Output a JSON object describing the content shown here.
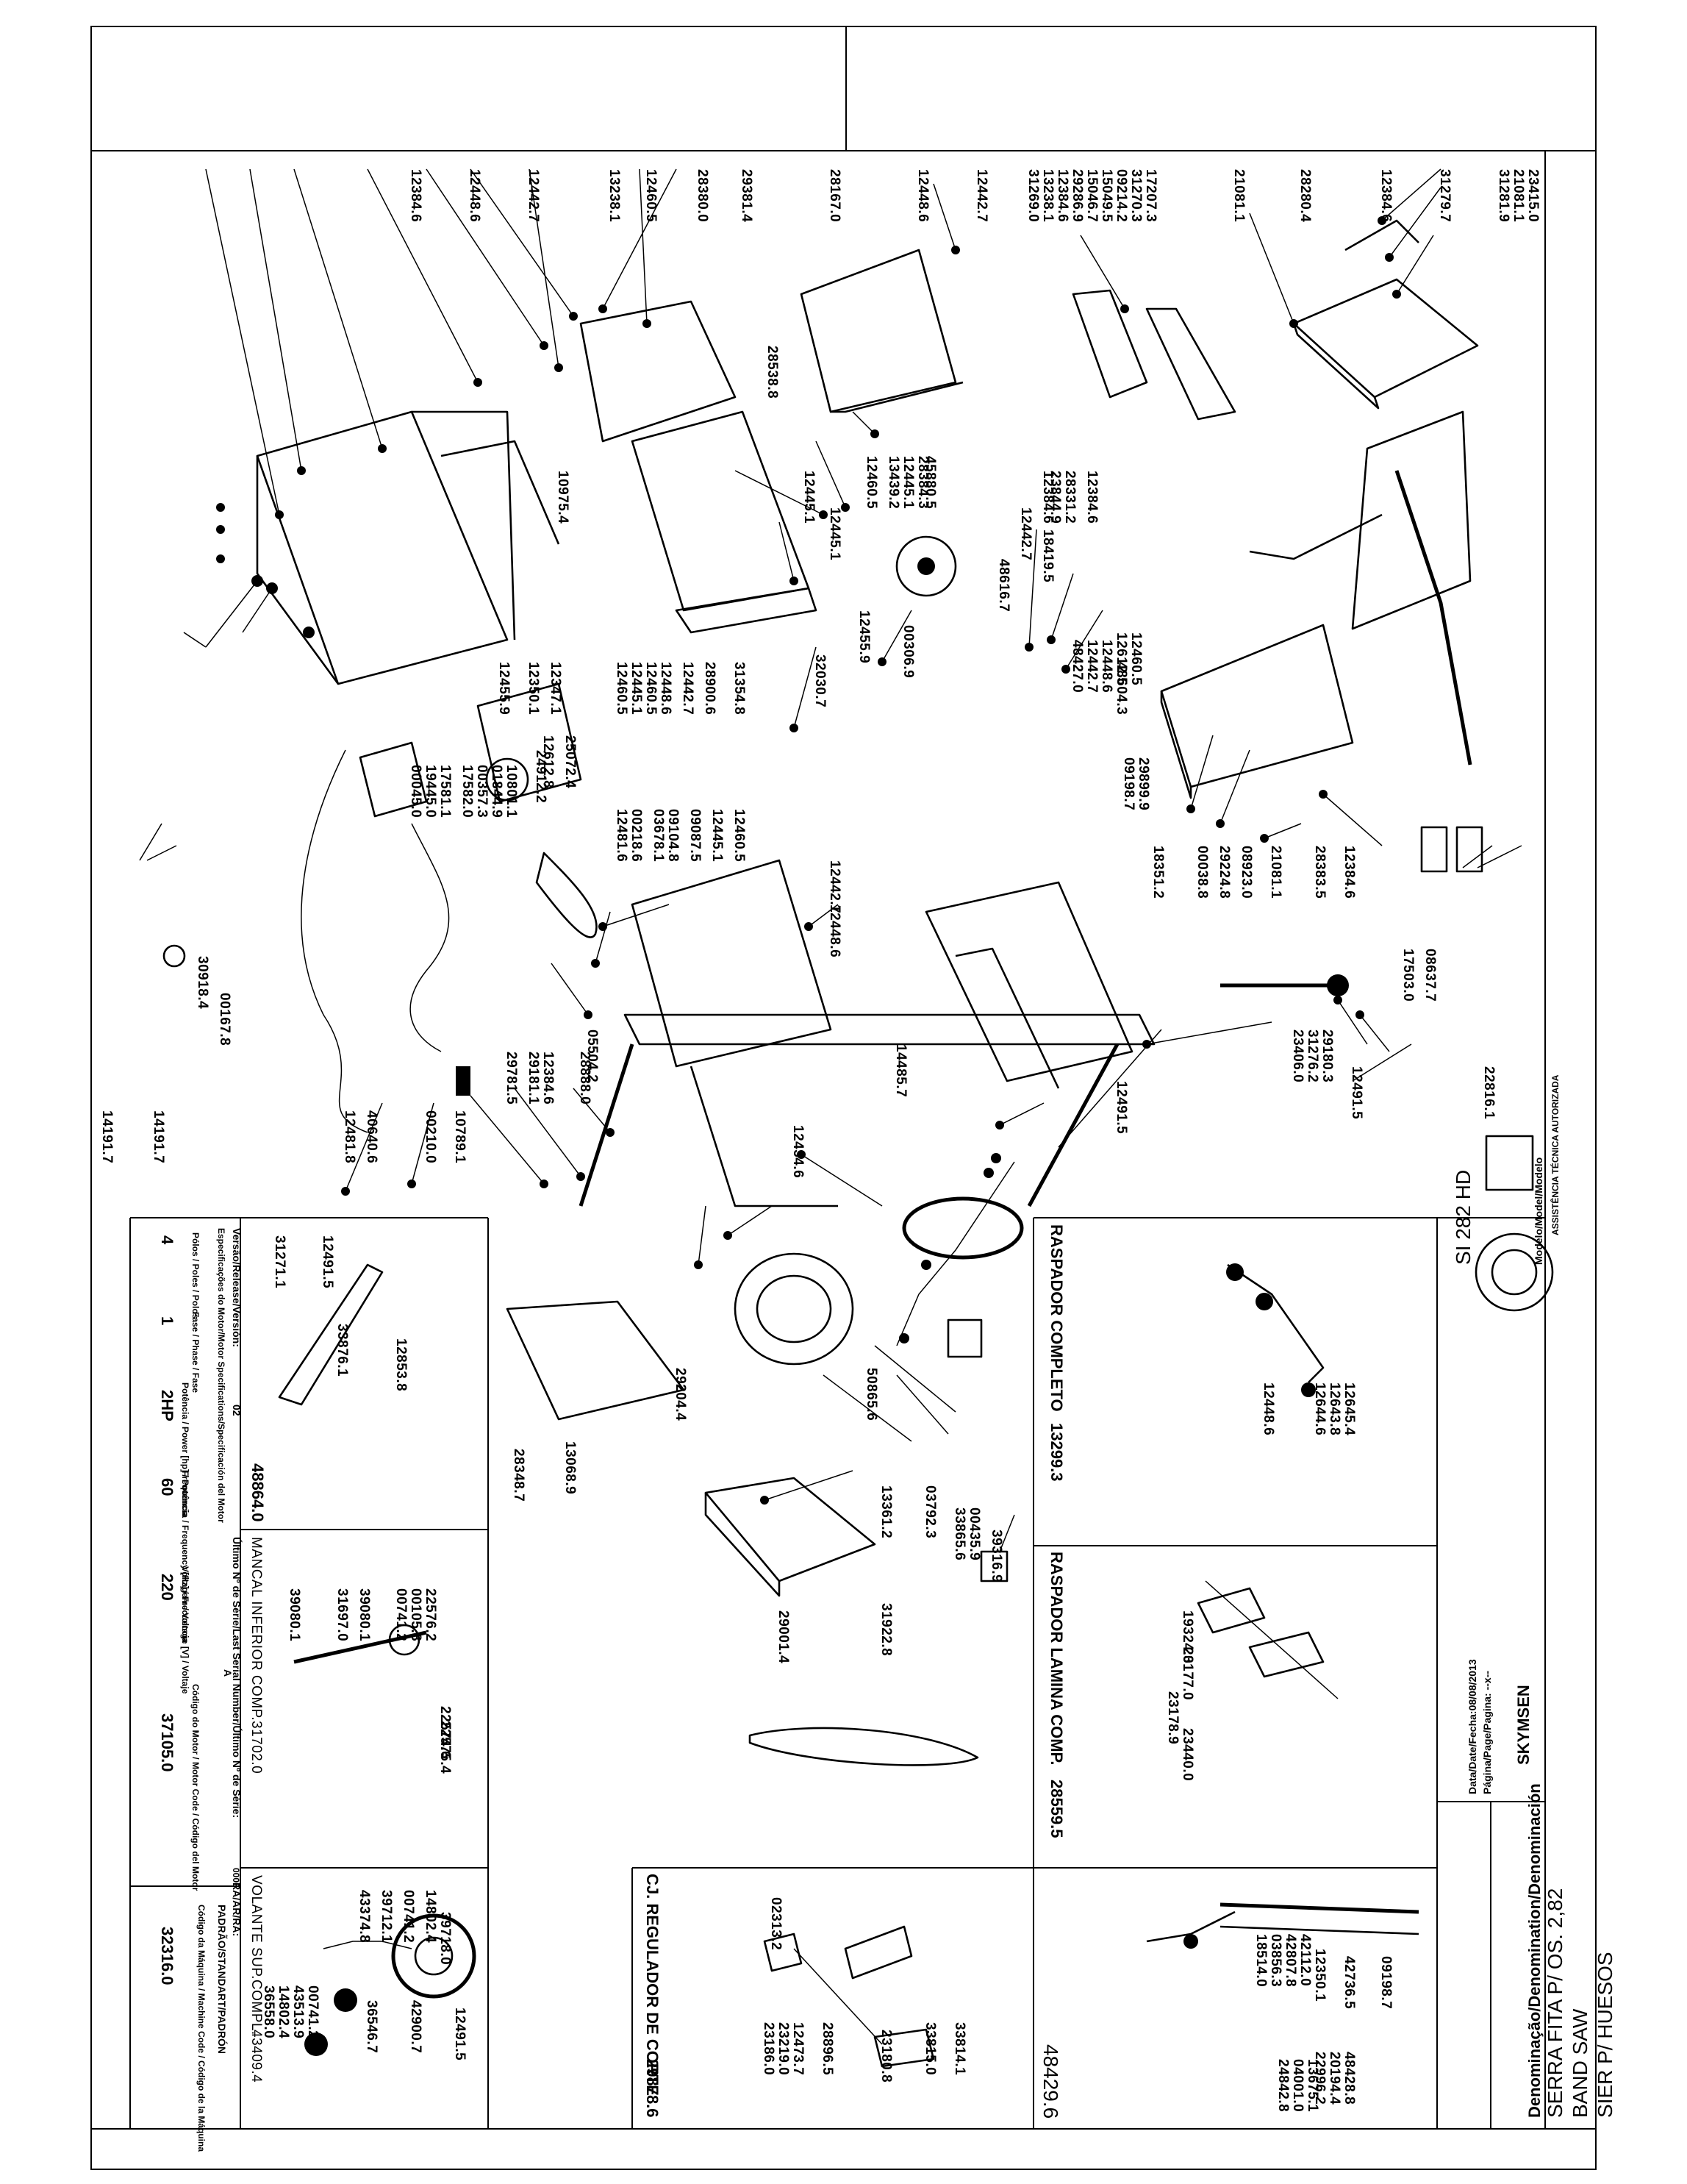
{
  "brand": "SKYMSEN",
  "stamp": "ASSISTÊNCIA TÉCNICA AUTORIZADA",
  "title_block": {
    "denomination_label": "Denominação/Denomination/Denominación",
    "denomination_line1": "SERRA FITA P/ OS. 2,82",
    "denomination_line2": "BAND SAW",
    "denomination_line3": "SIER P/ HUESOS",
    "model_label": "Modelo/Model/Modelo",
    "model": "SI 282 HD",
    "page_label": "Página/Page/Pagina: --x--",
    "date": "Data/Date/Fecha:08/08/2013"
  },
  "subassemblies": [
    {
      "title": "RASPADOR COMPLETO",
      "code": "13299.3"
    },
    {
      "title": "RASPADOR LAMINA COMP.",
      "code": "28559.5"
    },
    {
      "title": "CJ. REGULADOR DE CORTE",
      "code": "29878.6"
    },
    {
      "title": "MANCAL INFERIOR COMP.",
      "code": "31702.0"
    },
    {
      "title": "VOLANTE SUP.COMPL.",
      "code": "43409.4"
    }
  ],
  "box_codes": {
    "main_small": "48429.6",
    "second_small": "48864.0"
  },
  "motor_table": {
    "versao_label": "Versão/Release/Versión:",
    "versao": "02",
    "ultimo_label": "Último Nº de Série/Last Serial Number/Último Nº de Série:",
    "esp_label": "Especificações do Motor/Motor Specifications/Specificación del Motor",
    "headers": [
      "Pólos / Poles / Polos",
      "Fase / Phase / Fase",
      "Potência / Power [hp] / Potencia",
      "Frequência / Frequency [Hz] / Frecuencia",
      "Voltagem / Voltage [V] / Voltaje",
      "Código do Motor / Motor Code / Código del Motor"
    ],
    "values": [
      "4",
      "1",
      "2HP",
      "60",
      "220",
      "37105.0"
    ],
    "model_code_label": "A",
    "padrao_label": "PADRÃO/STANDART/PADRÓN",
    "padrao_sub": "Código da Máquina / Machine Code / Código de la Máquina",
    "padrao_code": "32316.0",
    "ra_label": "RA/AR/RA:",
    "ra_code": "0000"
  },
  "labels": {
    "main": [
      "23415.0",
      "21081.1",
      "31281.9",
      "31279.7",
      "12384.6",
      "28280.4",
      "21081.1",
      "17207.3",
      "31270.3",
      "09214.2",
      "15049.5",
      "15046.7",
      "29286.9",
      "12384.6",
      "13238.1",
      "31269.0",
      "12442.7",
      "12448.6",
      "28167.0",
      "29381.4",
      "28380.0",
      "12460.5",
      "13238.1",
      "12442.7",
      "12448.6",
      "12384.6",
      "28538.8",
      "12445.1",
      "12460.5",
      "13439.2",
      "12445.1",
      "28384.3",
      "45880.5",
      "12445.1",
      "12384.6",
      "23844.9",
      "28331.2",
      "12384.6",
      "12442.7",
      "18419.5",
      "48616.7",
      "00306.9",
      "12455.9",
      "32030.7",
      "31354.8",
      "28900.6",
      "12442.7",
      "12448.6",
      "12460.5",
      "12445.1",
      "12460.5",
      "12347.1",
      "12350.1",
      "12455.9",
      "12612.5",
      "12460.5",
      "48427.0",
      "12442.7",
      "12448.6",
      "48604.3",
      "09198.7",
      "29899.9",
      "25072.4",
      "12612.8",
      "24912.2",
      "10801.1",
      "01844.9",
      "00357.3",
      "17582.0",
      "17581.1",
      "19445.0",
      "00045.0",
      "12460.5",
      "12445.1",
      "09087.5",
      "09104.8",
      "03678.1",
      "00218.6",
      "12481.6",
      "18351.2",
      "00038.8",
      "29224.8",
      "08923.0",
      "21081.1",
      "28383.5",
      "12384.6",
      "17503.0",
      "08637.7",
      "12448.6",
      "12442.7",
      "10975.4",
      "30918.4",
      "00167.8",
      "05504.2",
      "28888.0",
      "12384.6",
      "29181.1",
      "29781.5",
      "10789.1",
      "00210.0",
      "40640.6",
      "12481.8",
      "14191.7",
      "14191.7",
      "14485.7",
      "12434.6",
      "12491.5",
      "23406.0",
      "31276.2",
      "29180.3",
      "12491.5",
      "22816.1",
      "50865.6",
      "29204.4",
      "13068.9",
      "28348.7",
      "33865.6",
      "00435.9",
      "13361.2",
      "03792.3",
      "39316.9",
      "31922.8",
      "29001.4"
    ],
    "raspador_completo": [
      "12448.6",
      "12644.6",
      "12643.8",
      "12645.4"
    ],
    "raspador_lamina": [
      "19324.0",
      "23177.0",
      "23178.9",
      "23440.0"
    ],
    "model_box": [
      "09198.7",
      "42736.5",
      "12350.1",
      "42112.0",
      "42807.8",
      "03856.3",
      "18514.0",
      "48428.8",
      "20194.4",
      "22996.2",
      "13675.1",
      "04001.0",
      "24842.8"
    ],
    "regulador": [
      "23186.0",
      "23219.0",
      "12473.7",
      "28896.5",
      "02313.2",
      "23180.8",
      "33815.0",
      "33814.1"
    ],
    "mesa_box": [
      "31271.1",
      "12491.5",
      "33876.1",
      "12853.8"
    ],
    "mancal": [
      "39080.1",
      "31697.0",
      "39080.1",
      "00741.2",
      "00105.8",
      "22576.2",
      "22574.6",
      "22575.4"
    ],
    "volante": [
      "43374.8",
      "39712.1",
      "00741.2",
      "14802.4",
      "39718.0",
      "12491.5",
      "42900.7",
      "36546.7",
      "36558.0",
      "14802.4",
      "43513.9",
      "00741.2"
    ]
  }
}
